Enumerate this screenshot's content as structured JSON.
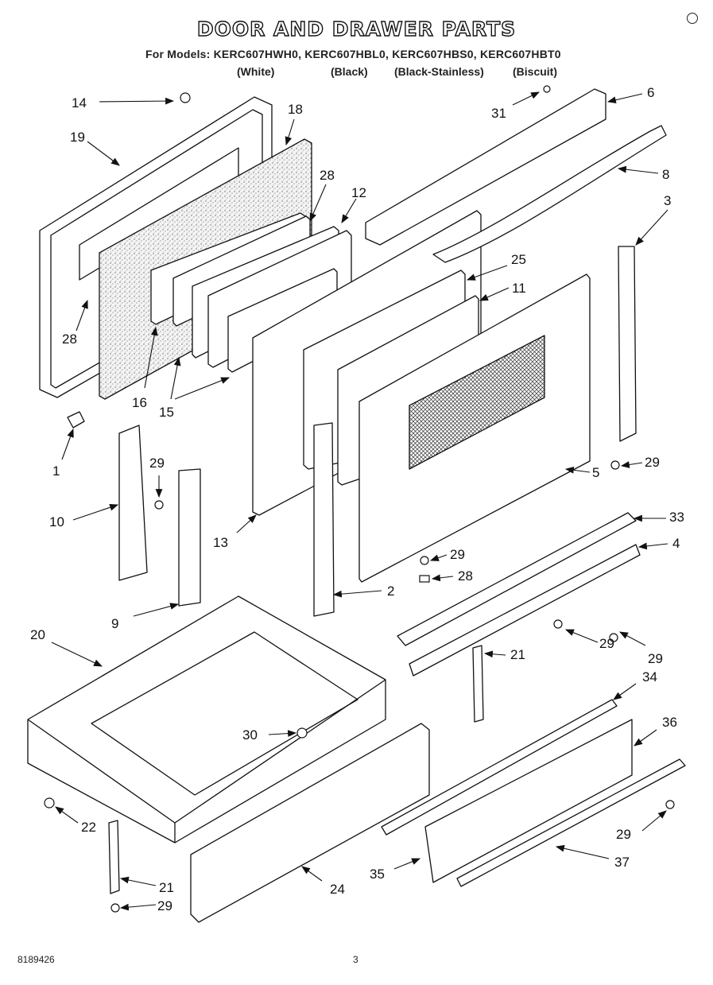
{
  "title": "DOOR AND DRAWER PARTS",
  "models_line": "For Models: KERC607HWH0, KERC607HBL0, KERC607HBS0, KERC607HBT0",
  "variants": [
    "(White)",
    "(Black)",
    "(Black-Stainless)",
    "(Biscuit)"
  ],
  "callouts": [
    "14",
    "19",
    "18",
    "28",
    "12",
    "31",
    "6",
    "8",
    "3",
    "25",
    "11",
    "28",
    "16",
    "15",
    "1",
    "29",
    "10",
    "13",
    "5",
    "29",
    "33",
    "4",
    "29",
    "28",
    "2",
    "9",
    "29",
    "29",
    "21",
    "20",
    "34",
    "36",
    "30",
    "22",
    "21",
    "29",
    "24",
    "29",
    "35",
    "37"
  ],
  "footer": {
    "doc_number": "8189426",
    "page": "3"
  }
}
